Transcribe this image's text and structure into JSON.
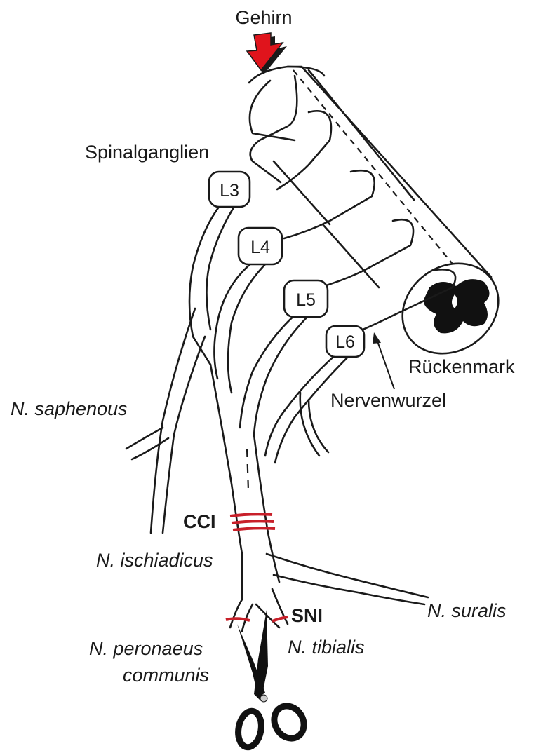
{
  "labels": {
    "brain": "Gehirn",
    "ganglia": "Spinalganglien",
    "spinal_cord": "Rückenmark",
    "nerve_root": "Nervenwurzel",
    "saphenous": "N. saphenous",
    "ischiadicus": "N. ischiadicus",
    "suralis": "N. suralis",
    "peronaeus_line1": "N. peronaeus",
    "peronaeus_line2": "communis",
    "tibialis": "N. tibialis",
    "cci": "CCI",
    "sni": "SNI"
  },
  "segments": [
    "L3",
    "L4",
    "L5",
    "L6"
  ],
  "colors": {
    "ligature": "#c8202a",
    "arrow": "#e0141c",
    "outline": "#1a1a1a",
    "grey_matter": "#111111"
  }
}
